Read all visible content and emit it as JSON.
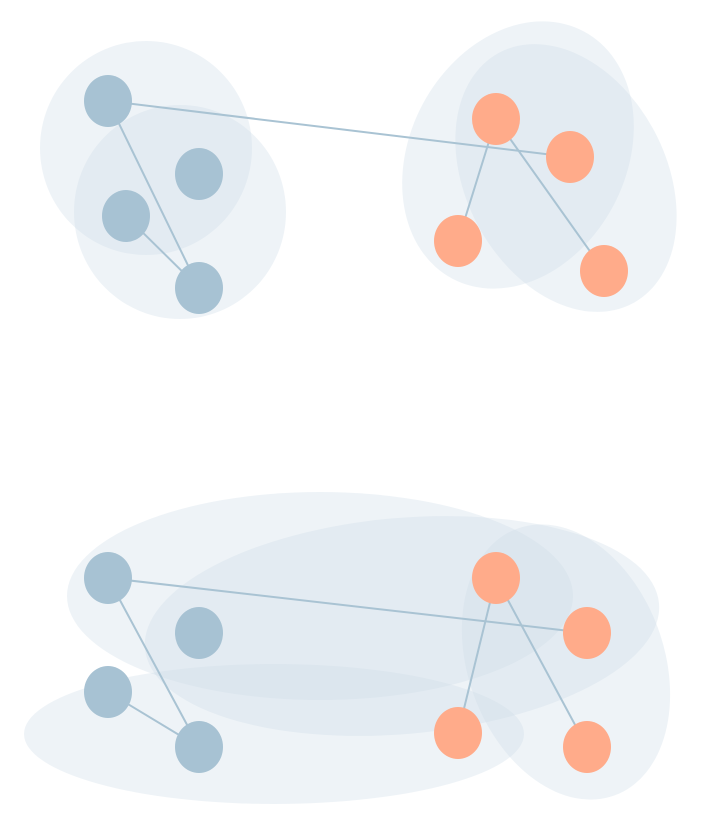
{
  "colors": {
    "group_a_node": "#a7c2d3",
    "group_b_node": "#ffab8a",
    "edge": "#a9c3d3",
    "hull": "#cfdde8"
  },
  "diagrams": [
    {
      "id": "top",
      "nodes": [
        {
          "id": "a1",
          "group": "a"
        },
        {
          "id": "a2",
          "group": "a"
        },
        {
          "id": "a3",
          "group": "a"
        },
        {
          "id": "a4",
          "group": "a"
        },
        {
          "id": "b1",
          "group": "b"
        },
        {
          "id": "b2",
          "group": "b"
        },
        {
          "id": "b3",
          "group": "b"
        },
        {
          "id": "b4",
          "group": "b"
        }
      ],
      "edges": [
        [
          "a1",
          "a4"
        ],
        [
          "a3",
          "a4"
        ],
        [
          "a1",
          "b2"
        ],
        [
          "b1",
          "b3"
        ],
        [
          "b1",
          "b4"
        ]
      ]
    },
    {
      "id": "bottom",
      "nodes": [
        {
          "id": "a1",
          "group": "a"
        },
        {
          "id": "a2",
          "group": "a"
        },
        {
          "id": "a3",
          "group": "a"
        },
        {
          "id": "a4",
          "group": "a"
        },
        {
          "id": "b1",
          "group": "b"
        },
        {
          "id": "b2",
          "group": "b"
        },
        {
          "id": "b3",
          "group": "b"
        },
        {
          "id": "b4",
          "group": "b"
        }
      ],
      "edges": [
        [
          "a1",
          "a4"
        ],
        [
          "a3",
          "a4"
        ],
        [
          "a1",
          "b2"
        ],
        [
          "b1",
          "b3"
        ],
        [
          "b1",
          "b4"
        ]
      ]
    }
  ]
}
